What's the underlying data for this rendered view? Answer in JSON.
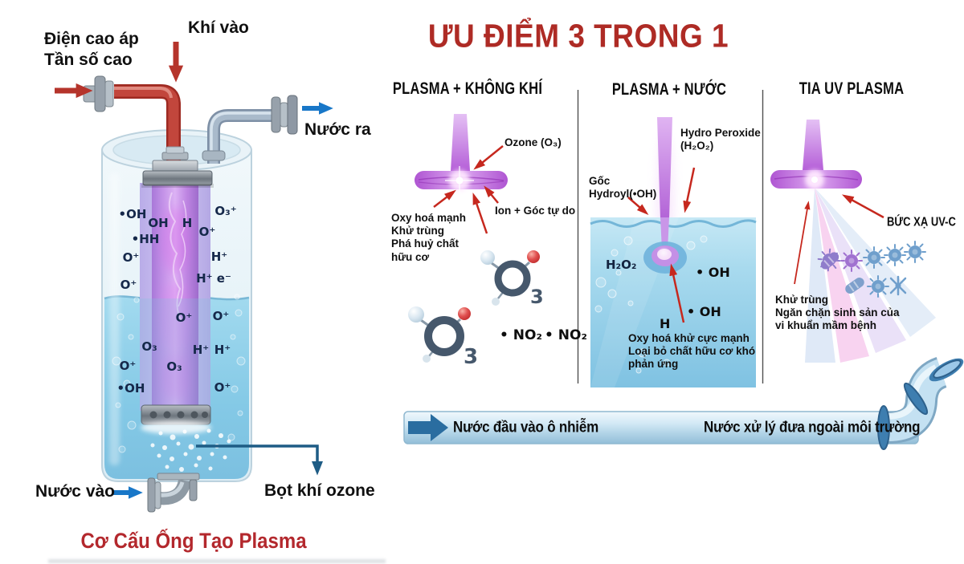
{
  "title": "ƯU ĐIỂM 3 TRONG 1",
  "colors": {
    "accent_red": "#AE2B25",
    "caption_red": "#B3282D",
    "arrow_red": "#C6281E",
    "big_arrow_red": "#B5342B",
    "arrow_blue": "#1877C8",
    "arrow_dark_blue": "#1E5C85",
    "plasma_purple": "#B55FD8",
    "water_blue": "#8FCBE5",
    "pipe_blue": "#C4E1F2"
  },
  "left_diagram": {
    "caption": "Cơ Cấu Ống Tạo Plasma",
    "power_label": "Điện cao áp\nTần số cao",
    "gas_in_label": "Khí vào",
    "water_out_label": "Nước ra",
    "water_in_label": "Nước vào",
    "ozone_bubbles_label": "Bọt khí ozone",
    "species": [
      "•OH",
      "OH",
      "H",
      "O₃⁺",
      "O⁺",
      "•HH",
      "O⁺",
      "H⁺",
      "O⁺",
      "H⁺ e⁻",
      "O⁺",
      "O⁺",
      "O₃",
      "H⁺",
      "H⁺",
      "O⁺",
      "O₃",
      "•OH",
      "O⁺"
    ]
  },
  "columns": [
    {
      "header": "PLASMA + KHÔNG KHÍ",
      "ozone_label": "Ozone (O₃)",
      "ion_label": "Ion + Góc tự do",
      "effects": "Oxy hoá mạnh\nKhử trùng\nPhá huỷ chất\nhữu cơ",
      "no2_a": "• NO₂",
      "no2_b": "• NO₂",
      "molecule_subscript": "3"
    },
    {
      "header": "PLASMA + NƯỚC",
      "peroxide_label": "Hydro Peroxide\n(H₂O₂)",
      "hydroxyl_label": "Gốc\nHydroyl(•OH)",
      "h2o2": "H₂O₂",
      "oh_a": "• OH",
      "oh_b": "• OH",
      "h": "H",
      "effects": "Oxy hoá khử cực mạnh\nLoại bỏ chất hữu cơ khó\nphản ứng"
    },
    {
      "header": "TIA UV PLASMA",
      "uvc_label": "BỨC XẠ UV-C",
      "effects": "Khử trùng\nNgăn chặn sinh sản của\nvi khuẩn mầm bệnh"
    }
  ],
  "pipe": {
    "in_label": "Nước đầu vào ô nhiễm",
    "out_label": "Nước xử lý đưa ngoài môi trường"
  }
}
